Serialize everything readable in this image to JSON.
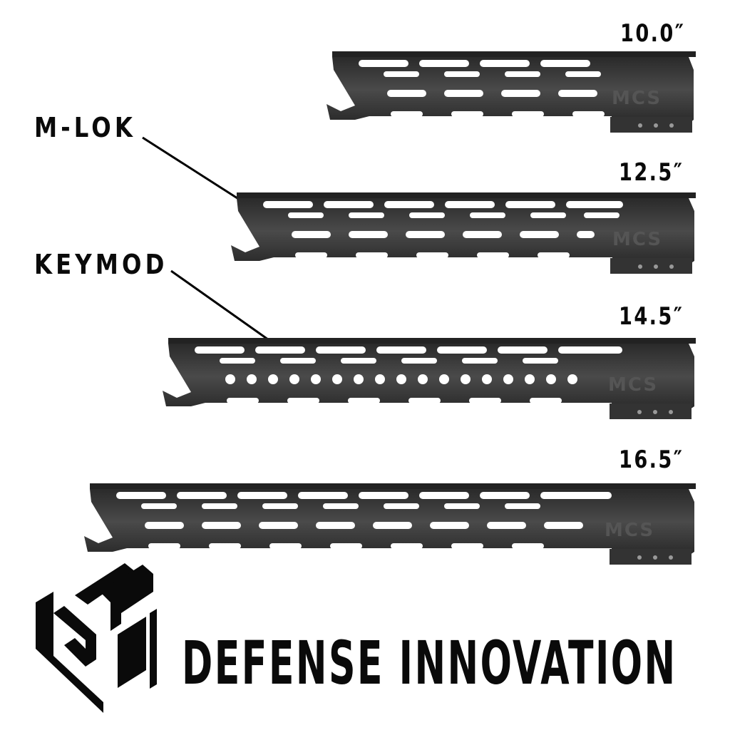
{
  "callouts": {
    "mlok": "M-LOK",
    "keymod": "KEYMOD"
  },
  "rails": [
    {
      "length_label": "10.0″",
      "attachment": "M-LOK",
      "engraving": "MCS"
    },
    {
      "length_label": "12.5″",
      "attachment": "M-LOK",
      "engraving": "MCS"
    },
    {
      "length_label": "14.5″",
      "attachment": "KEYMOD",
      "engraving": "MCS"
    },
    {
      "length_label": "16.5″",
      "attachment": "M-LOK",
      "engraving": "MCS"
    }
  ],
  "brand": {
    "name": "DEFENSE INNOVATION",
    "logo_icon": "sdi-monogram-icon"
  },
  "colors": {
    "background": "#ffffff",
    "text": "#0a0a0a",
    "rail_body": "#3a3a3a",
    "rail_highlight": "#5a5a5a"
  }
}
